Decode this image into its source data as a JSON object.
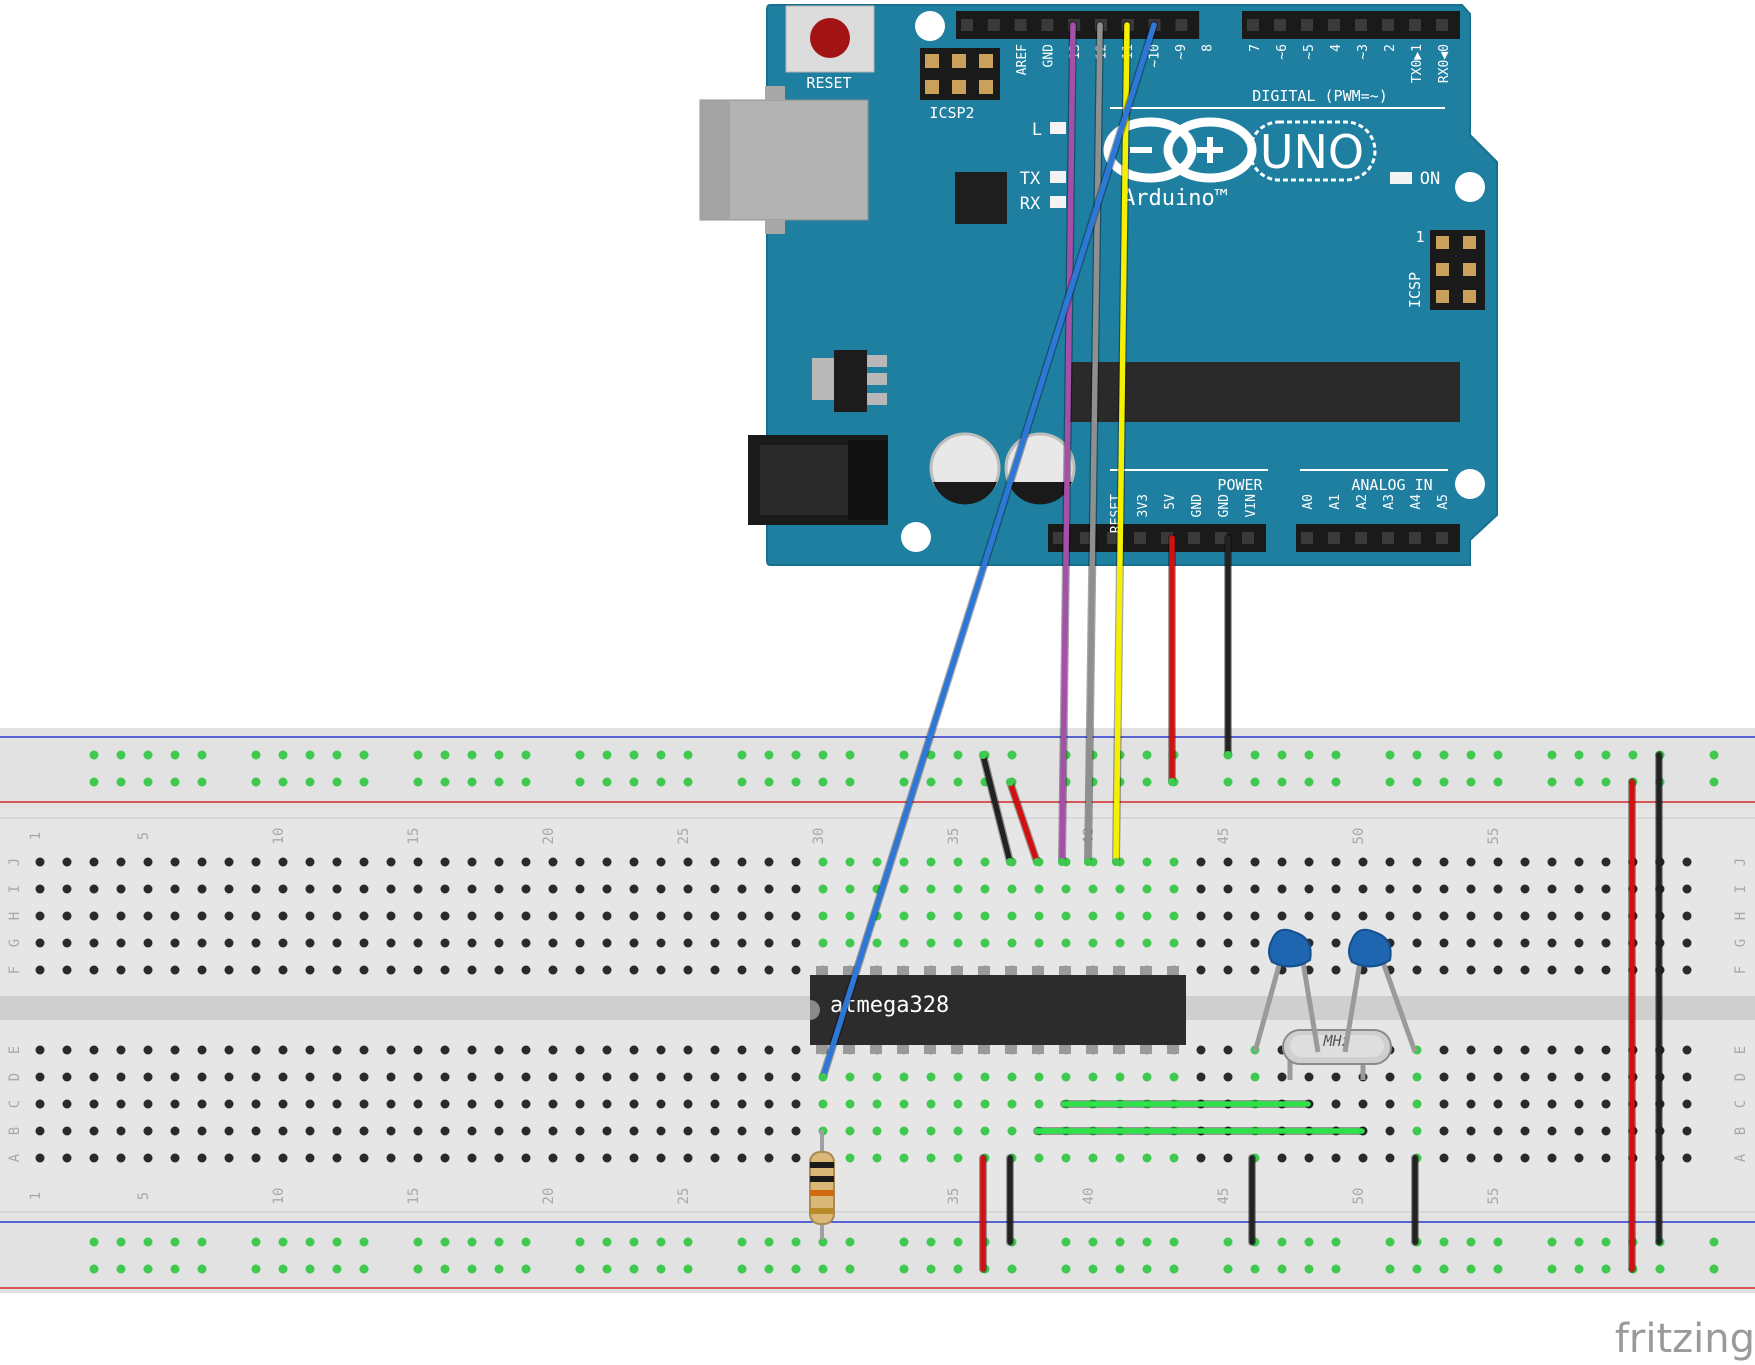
{
  "arduino": {
    "reset_label": "RESET",
    "icsp2_label": "ICSP2",
    "icsp_label": "ICSP",
    "icsp_pin1": "1",
    "led_l": "L",
    "led_tx": "TX",
    "led_rx": "RX",
    "led_on": "ON",
    "logo_uno": "UNO",
    "logo_arduino": "Arduino™",
    "digital_label": "DIGITAL (PWM=~)",
    "power_label": "POWER",
    "analog_label": "ANALOG IN",
    "digital_pins_left": [
      "AREF",
      "GND",
      "13",
      "12",
      "~11",
      "~10",
      "~9",
      "8"
    ],
    "digital_pins_right": [
      "7",
      "~6",
      "~5",
      "4",
      "~3",
      "2",
      "TX0▶1",
      "RX0◀0"
    ],
    "power_pins": [
      "RESET",
      "3V3",
      "5V",
      "GND",
      "GND",
      "VIN"
    ],
    "analog_pins": [
      "A0",
      "A1",
      "A2",
      "A3",
      "A4",
      "A5"
    ],
    "board_color": "#1f7fa0"
  },
  "breadboard": {
    "col_numbers": [
      "1",
      "5",
      "10",
      "15",
      "20",
      "25",
      "30",
      "35",
      "40",
      "45",
      "50",
      "55"
    ],
    "rows_top": [
      "J",
      "I",
      "H",
      "G",
      "F"
    ],
    "rows_bottom": [
      "E",
      "D",
      "C",
      "B",
      "A"
    ]
  },
  "chip": {
    "label": "atmega328"
  },
  "crystal": {
    "label": "MHz"
  },
  "wires": {
    "colors": {
      "purple": "#a44fa8",
      "gray": "#8f8f8f",
      "yellow": "#f5f000",
      "blue": "#2d77d6",
      "red": "#d1100f",
      "black": "#222222",
      "green": "#2ee04a"
    }
  },
  "watermark": "fritzing"
}
